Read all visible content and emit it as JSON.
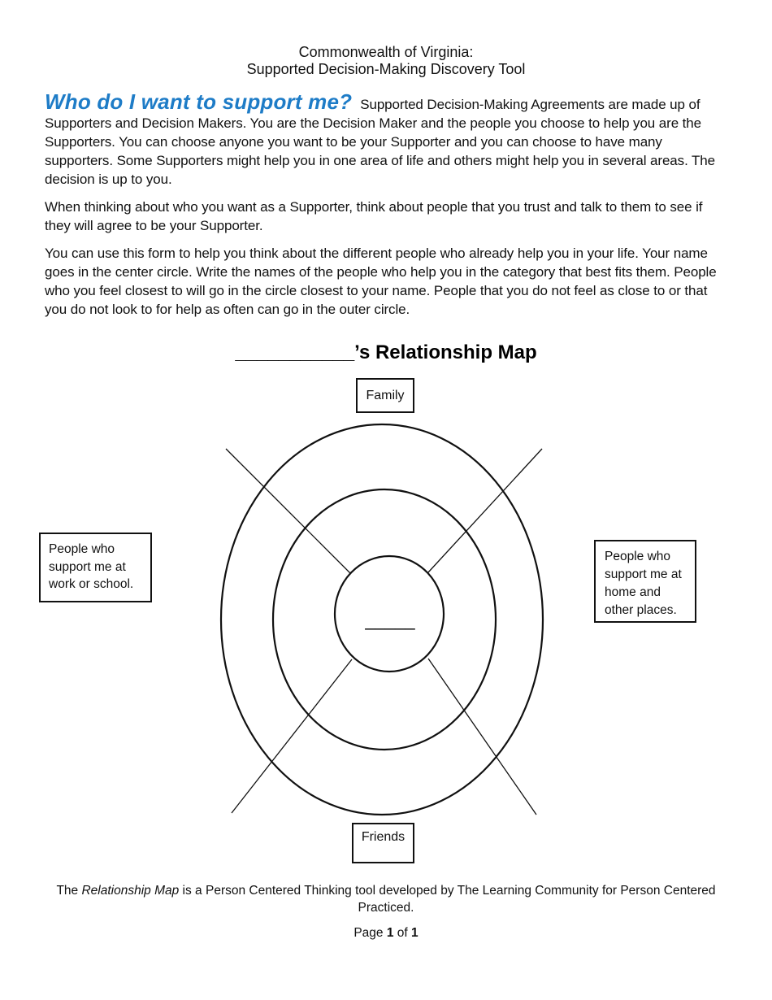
{
  "accent_color": "#1e7cc7",
  "header": {
    "line1": "Commonwealth of Virginia:",
    "line2": "Supported Decision-Making Discovery Tool"
  },
  "intro": {
    "heading": "Who do I want to support me?",
    "para1_rest": "Supported Decision-Making Agreements are made up of Supporters and Decision Makers. You are the Decision Maker and the people you choose to help you are the Supporters. You can choose anyone you want to be your Supporter and you can choose to have many supporters. Some Supporters might help you in one area of life and others might help you in several areas. The decision is up to you.",
    "para2": "When thinking about who you want as a Supporter, think about people that you trust and talk to them to see if they will agree to be your Supporter.",
    "para3": "You can use this form to help you think about the different people who already help you in your life. Your name goes in the center circle. Write the names of the people who help you in the category that best fits them. People who you feel closest to will go in the circle closest to your name. People that you do not feel as close to or that you do not look to for help as often can go in the outer circle."
  },
  "map": {
    "title_blank": "___________",
    "title_text": "’s Relationship Map",
    "center_blank": "_____",
    "labels": {
      "family": "Family",
      "friends": "Friends",
      "work": "People who support me at work or school.",
      "home": "People who support me at home and other places."
    }
  },
  "footer": {
    "credit_prefix": "The ",
    "credit_italic": "Relationship Map",
    "credit_rest": " is a Person Centered Thinking tool developed by The Learning Community for Person Centered Practiced.",
    "page_label": "Page ",
    "page_num": "1",
    "of_label": " of ",
    "page_total": "1"
  }
}
